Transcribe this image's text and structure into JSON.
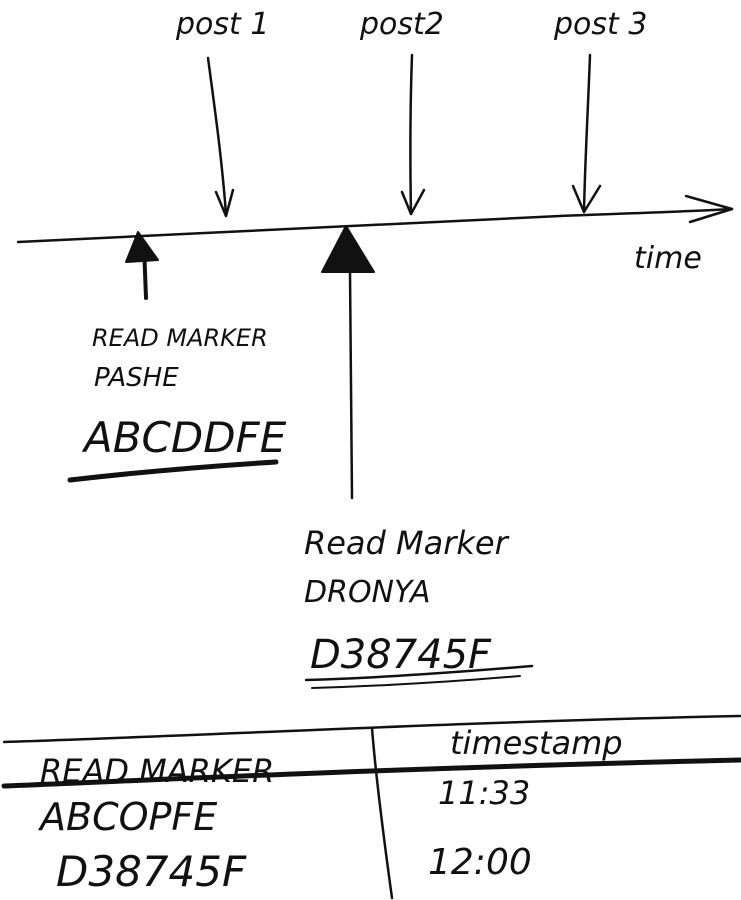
{
  "timeline": {
    "axis_label": "time",
    "posts": [
      "post 1",
      "post2",
      "post 3"
    ]
  },
  "markers": [
    {
      "title": "READ MARKER",
      "user": "PASHE",
      "code": "ABCDDFE"
    },
    {
      "title": "Read Marker",
      "user": "DRONYA",
      "code": "D38745F"
    }
  ],
  "table": {
    "headers": [
      "READ MARKER",
      "timestamp"
    ],
    "rows": [
      [
        "ABCOPFE",
        "11:33"
      ],
      [
        "D38745F",
        "12:00"
      ]
    ]
  }
}
